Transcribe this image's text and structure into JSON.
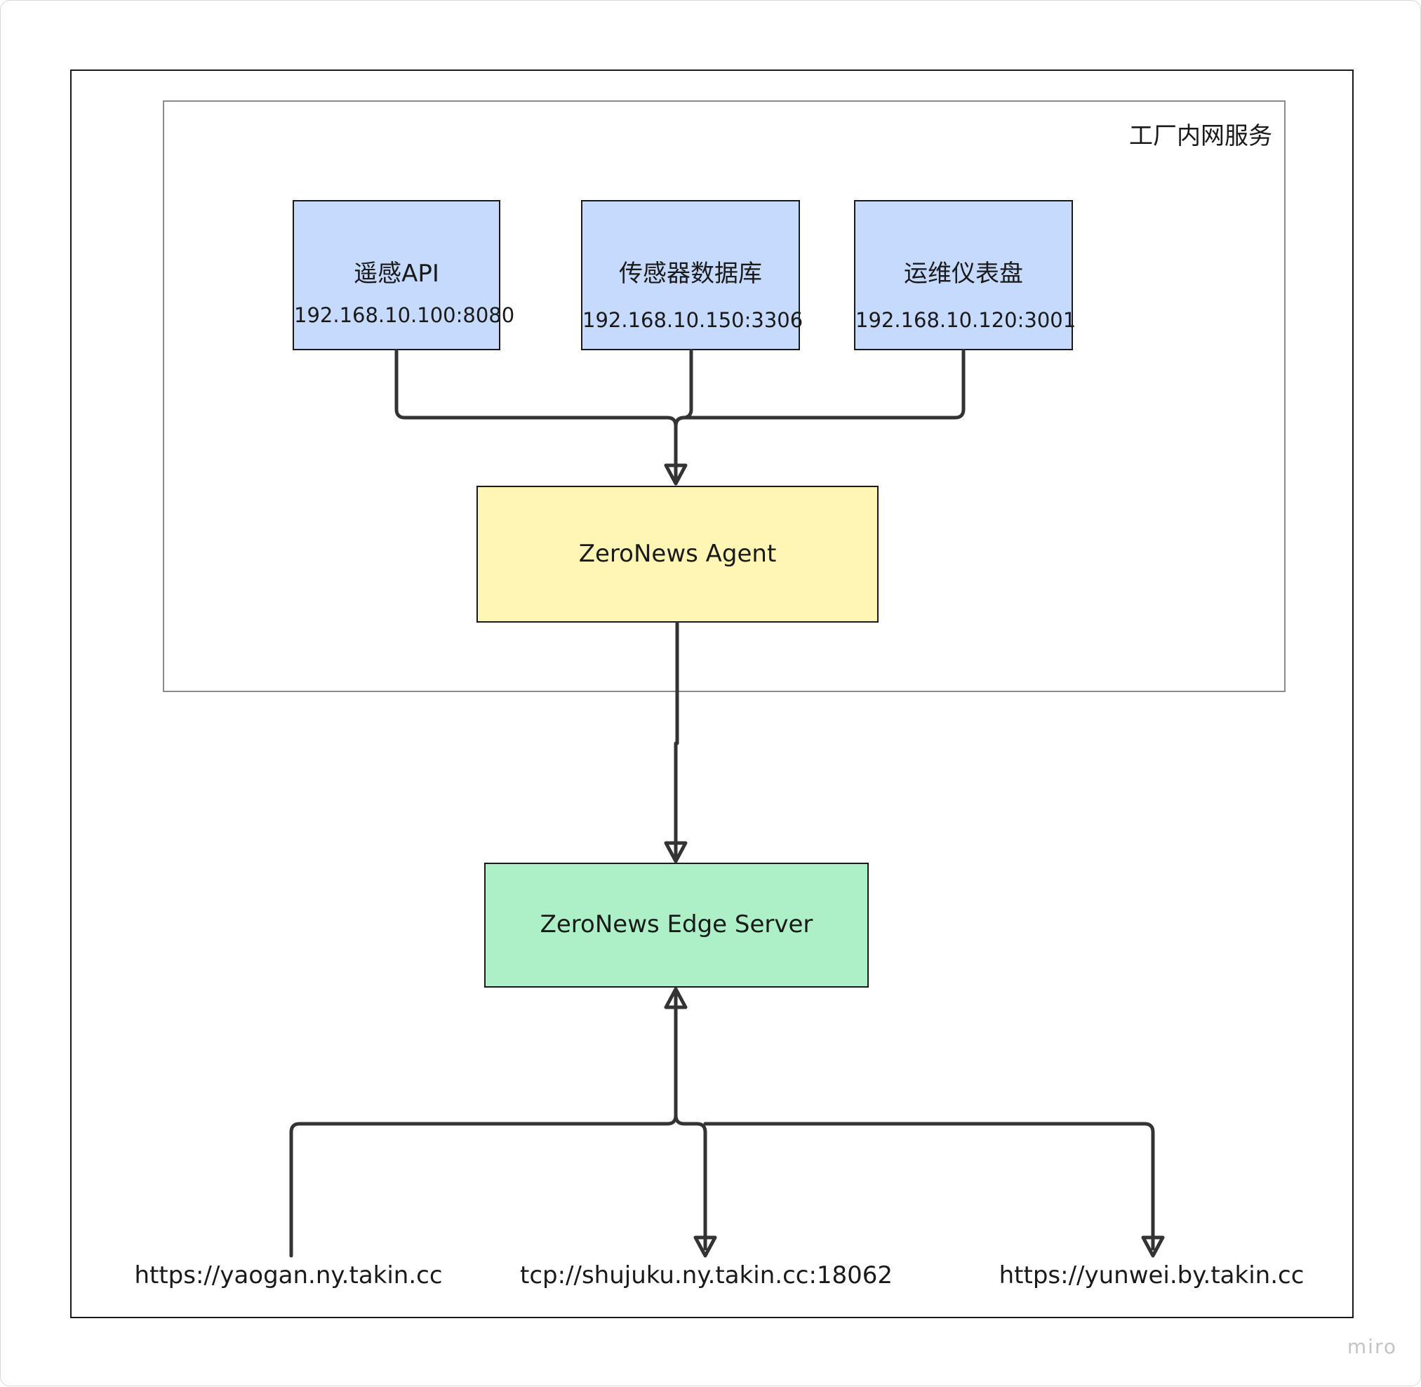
{
  "group": {
    "label": "工厂内网服务"
  },
  "services": [
    {
      "name": "遥感API",
      "address": "192.168.10.100:8080"
    },
    {
      "name": "传感器数据库",
      "address": "192.168.10.150:3306"
    },
    {
      "name": "运维仪表盘",
      "address": "192.168.10.120:3001"
    }
  ],
  "agent": {
    "label": "ZeroNews Agent"
  },
  "edge_server": {
    "label": "ZeroNews Edge Server"
  },
  "endpoints": [
    {
      "url": "https://yaogan.ny.takin.cc"
    },
    {
      "url": "tcp://shujuku.ny.takin.cc:18062"
    },
    {
      "url": "https://yunwei.by.takin.cc"
    }
  ],
  "watermark": "miro",
  "colors": {
    "service_fill": "#c6dafd",
    "agent_fill": "#fff6b6",
    "edge_fill": "#adf0c7",
    "connector": "#333333"
  }
}
